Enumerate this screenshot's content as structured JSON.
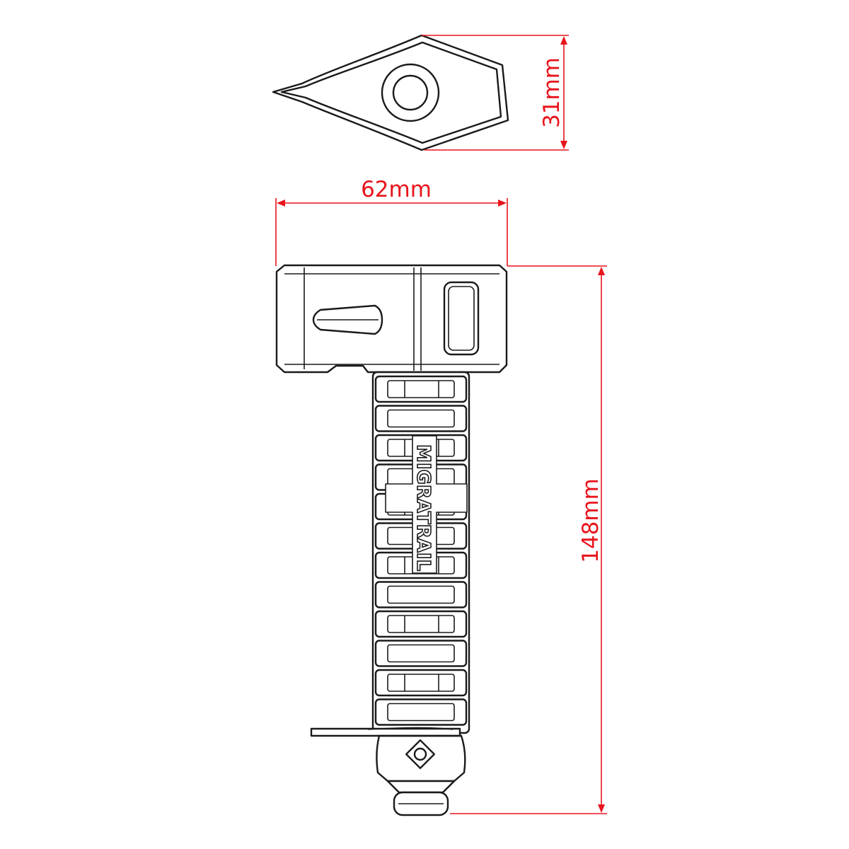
{
  "dimensions": {
    "head_height": "31mm",
    "head_width": "62mm",
    "overall_length": "148mm"
  },
  "brand_label": "MIGRATRAIL",
  "colors": {
    "dimension_lines": "#e8141c",
    "outline": "#1a1a1a",
    "background": "#ffffff"
  }
}
